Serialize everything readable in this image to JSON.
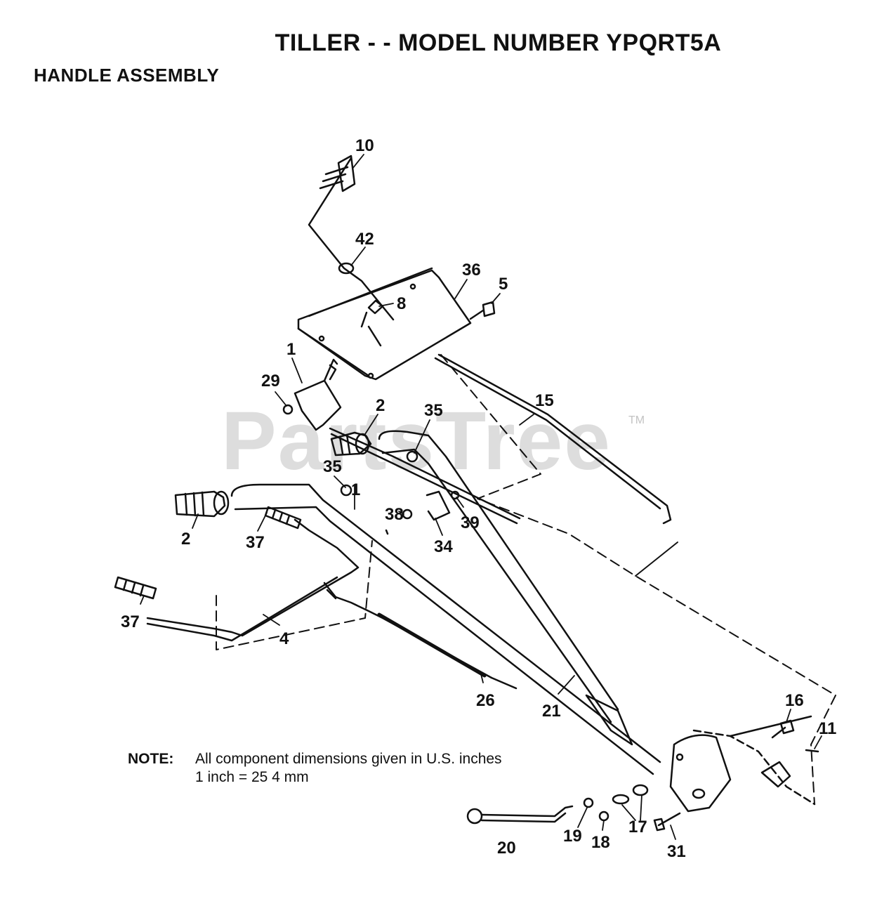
{
  "header": {
    "title": "TILLER - - MODEL NUMBER YPQRT5A",
    "subtitle": "HANDLE ASSEMBLY"
  },
  "watermark": {
    "text": "PartsTree",
    "tm": "TM"
  },
  "note": {
    "label": "NOTE:",
    "line1": "All component dimensions given in U.S. inches",
    "line2": "1 inch = 25 4 mm"
  },
  "callouts": {
    "c10": "10",
    "c42": "42",
    "c36": "36",
    "c5": "5",
    "c8": "8",
    "c1a": "1",
    "c29": "29",
    "c2a": "2",
    "c35a": "35",
    "c15": "15",
    "c35b": "35",
    "c1b": "1",
    "c2b": "2",
    "c37a": "37",
    "c38": "38",
    "c39": "39",
    "c34": "34",
    "c37b": "37",
    "c4": "4",
    "c26": "26",
    "c21": "21",
    "c16": "16",
    "c11": "11",
    "c17": "17",
    "c20": "20",
    "c19": "19",
    "c18": "18",
    "c31": "31"
  }
}
